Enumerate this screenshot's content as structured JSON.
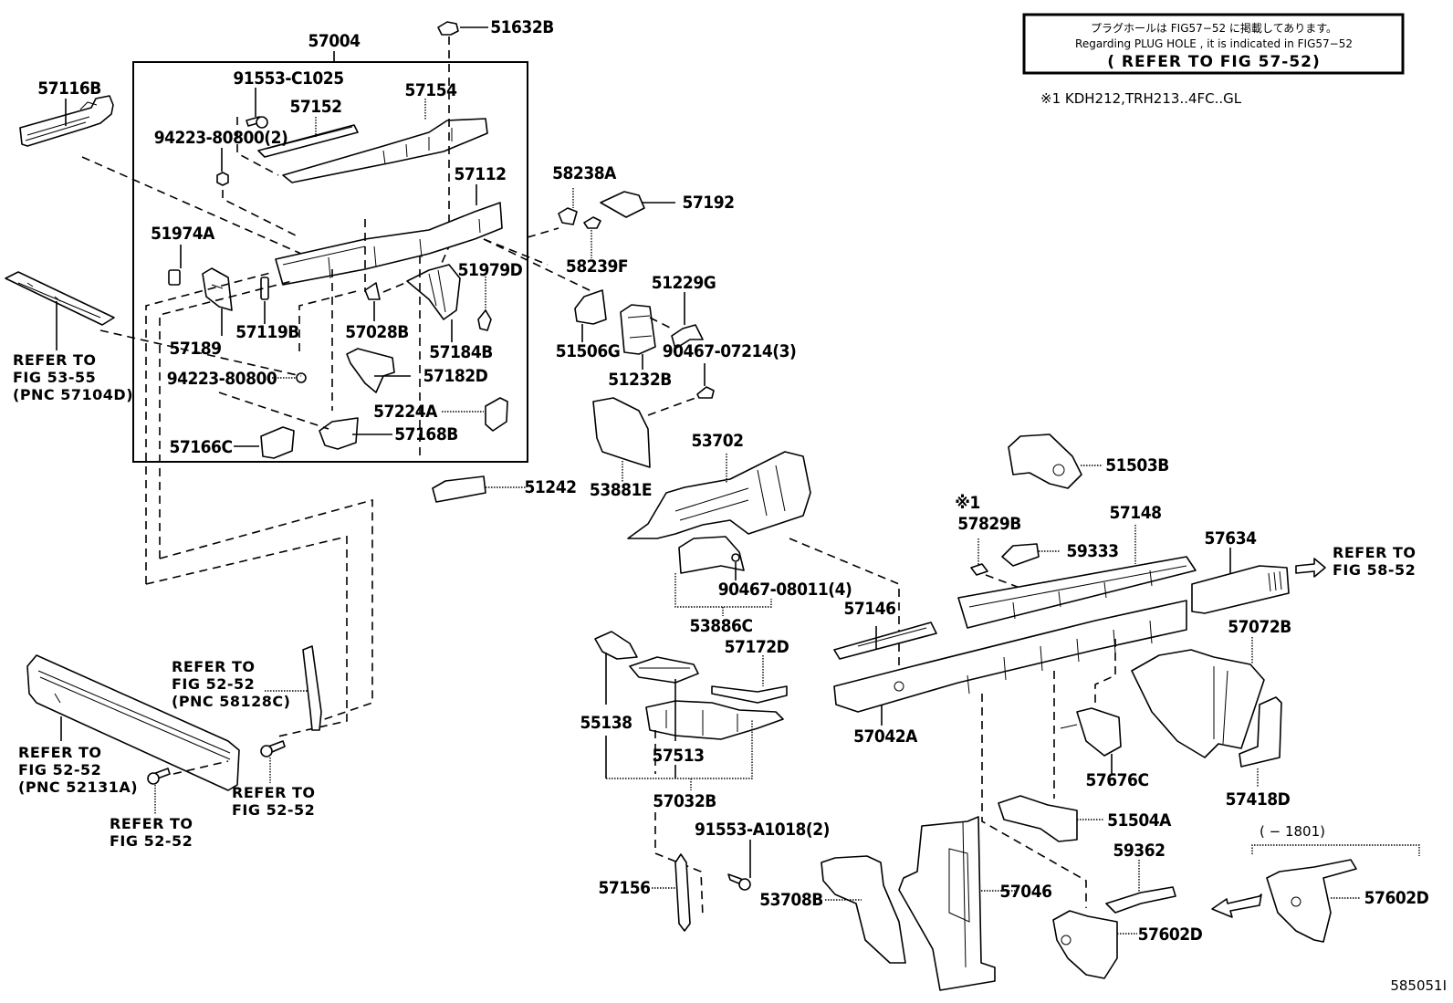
{
  "diagram": {
    "type": "exploded-parts-diagram",
    "figure_id": "585051I",
    "notice": {
      "line_jp": "プラグホールは FIG57−52 に掲載してあります。",
      "line_en": "Regarding  PLUG HOLE , it is indicated in FIG57−52",
      "line_ref": "( REFER TO FIG 57-52)"
    },
    "footnote": "※1 KDH212,TRH213..4FC..GL",
    "group_label": "57004",
    "date_range_label": "(      − 1801)",
    "parts": {
      "p57116B": "57116B",
      "p91553C1025": "91553-C1025",
      "p57152": "57152",
      "p57154": "57154",
      "p51632B": "51632B",
      "p94223_80800_2": "94223-80800(2)",
      "p57112": "57112",
      "p51974A": "51974A",
      "p51979D": "51979D",
      "p57119B": "57119B",
      "p57028B": "57028B",
      "p57189": "57189",
      "p57184B": "57184B",
      "p94223_80800": "94223-80800",
      "p57182D": "57182D",
      "p57224A": "57224A",
      "p57168B": "57168B",
      "p57166C": "57166C",
      "p58238A": "58238A",
      "p57192": "57192",
      "p58239F": "58239F",
      "p51229G": "51229G",
      "p51506G": "51506G",
      "p90467_07214": "90467-07214(3)",
      "p51232B": "51232B",
      "p51242": "51242",
      "p53881E": "53881E",
      "p53702": "53702",
      "p90467_08011": "90467-08011(4)",
      "p53886C": "53886C",
      "p51503B": "51503B",
      "p57829B_mark": "※1",
      "p57829B": "57829B",
      "p57148": "57148",
      "p59333": "59333",
      "p57634": "57634",
      "p57146": "57146",
      "p57172D": "57172D",
      "p55138": "55138",
      "p57513": "57513",
      "p57032B": "57032B",
      "p57042A": "57042A",
      "p57072B": "57072B",
      "p57676C": "57676C",
      "p57418D": "57418D",
      "p51504A": "51504A",
      "p91553_A1018": "91553-A1018(2)",
      "p57156": "57156",
      "p53708B": "53708B",
      "p57046": "57046",
      "p59362": "59362",
      "p57602D_a": "57602D",
      "p57602D_b": "57602D"
    },
    "references": {
      "fig5355": [
        "REFER TO",
        "FIG 53-55",
        "(PNC 57104D)"
      ],
      "fig5852": [
        "REFER TO",
        "FIG 58-52"
      ],
      "fig5252_pnc58128c": [
        "REFER TO",
        "FIG 52-52",
        "(PNC 58128C)"
      ],
      "fig5252_pnc52131a": [
        "REFER TO",
        "FIG 52-52",
        "(PNC 52131A)"
      ],
      "fig5252_bolt_a": [
        "REFER TO",
        "FIG 52-52"
      ],
      "fig5252_bolt_b": [
        "REFER TO",
        "FIG 52-52"
      ]
    }
  }
}
